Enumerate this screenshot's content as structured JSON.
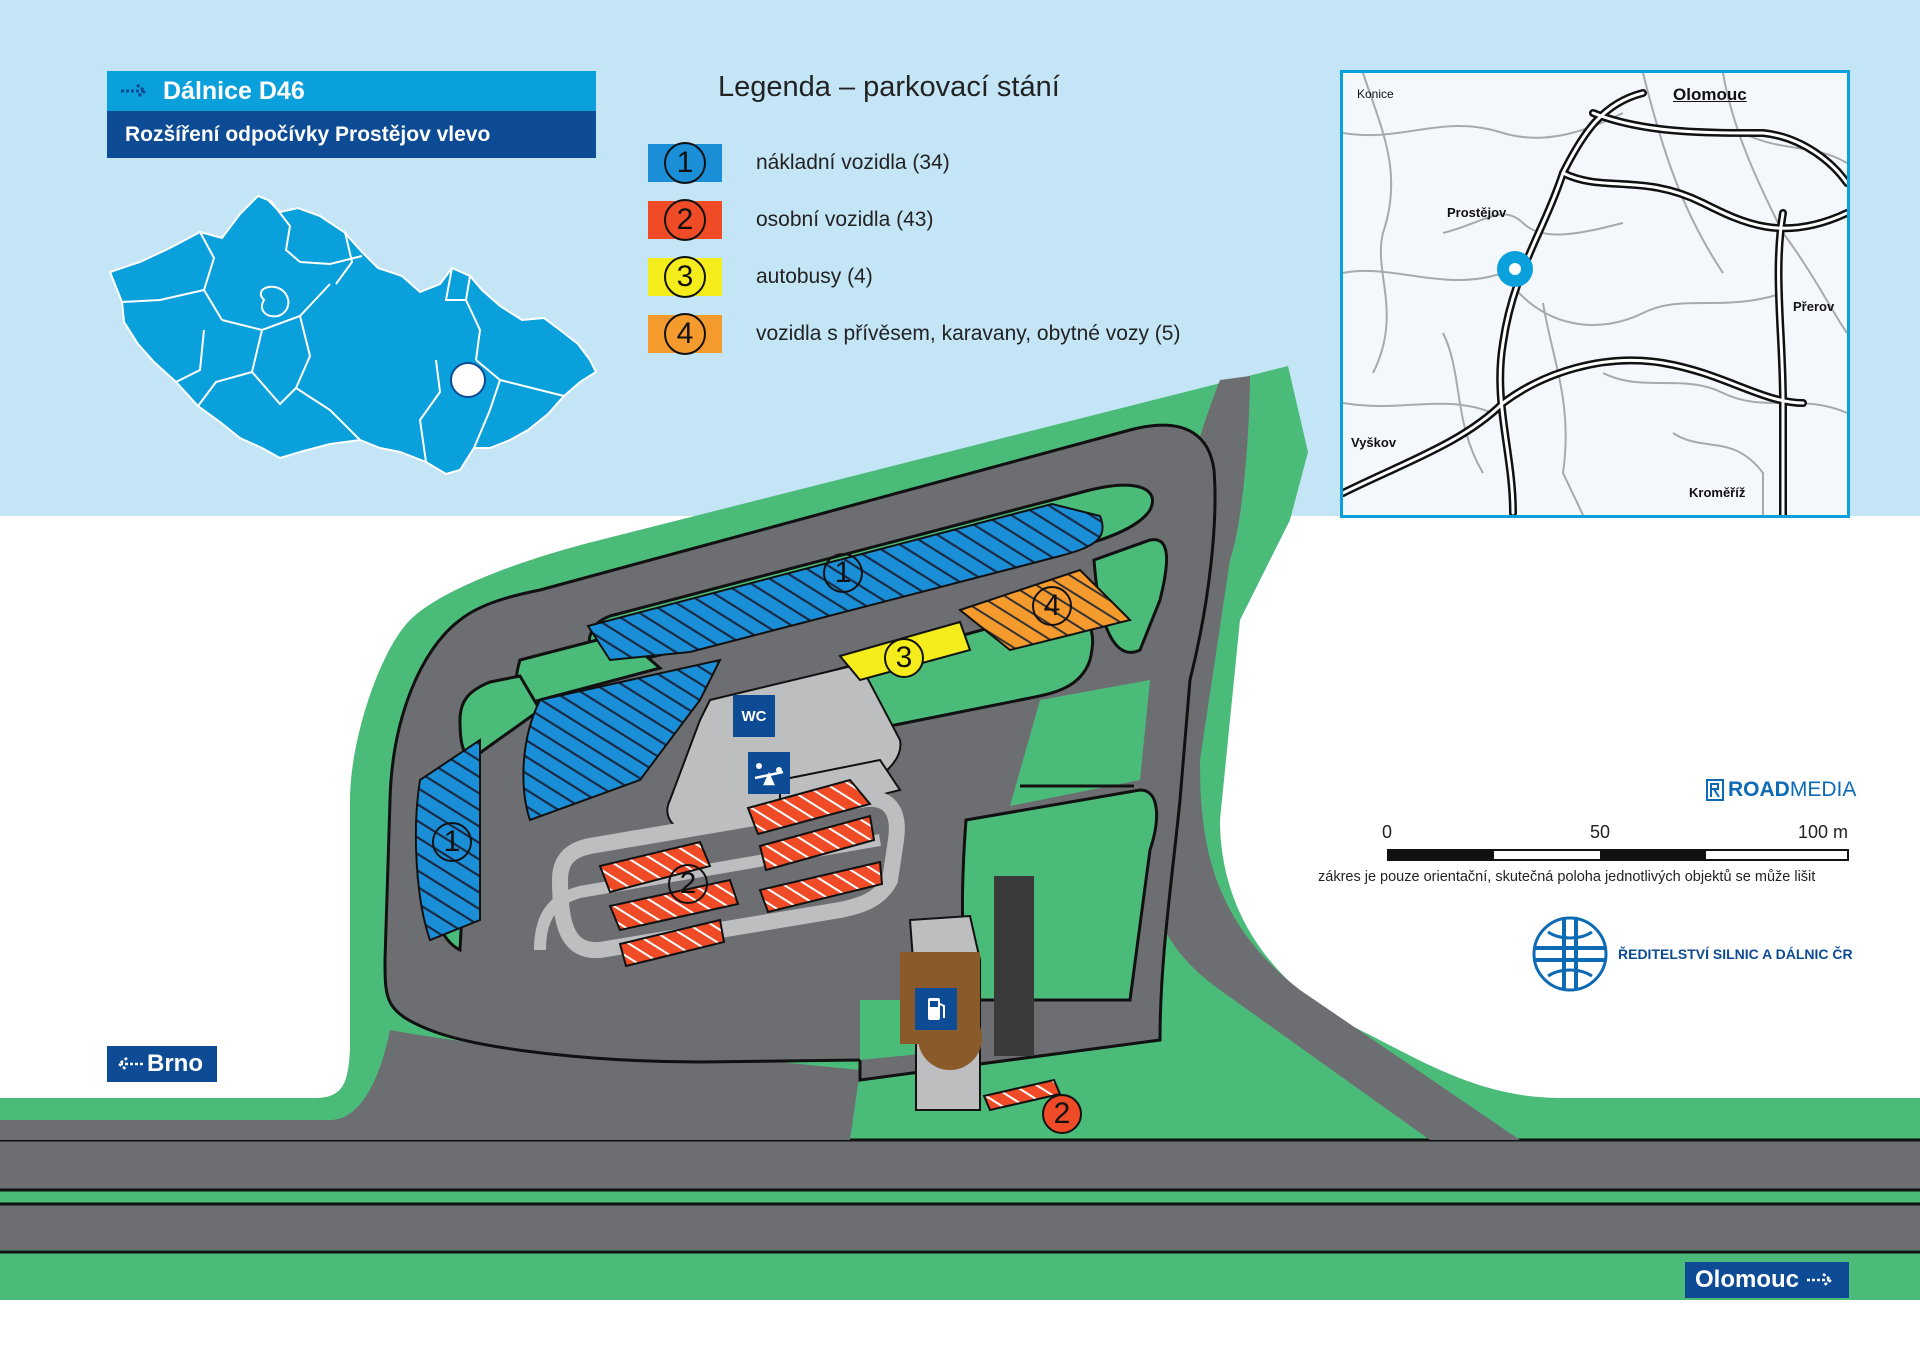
{
  "title": {
    "main": "Dálnice D46",
    "sub": "Rozšíření odpočívky Prostějov vlevo"
  },
  "legend": {
    "heading": "Legenda – parkovací stání",
    "items": [
      {
        "number": "1",
        "label": "nákladní vozidla (34)",
        "color": "#1a8fd8"
      },
      {
        "number": "2",
        "label": "osobní vozidla (43)",
        "color": "#ee4b26"
      },
      {
        "number": "3",
        "label": "autobusy (4)",
        "color": "#f5ed1b"
      },
      {
        "number": "4",
        "label": "vozidla s přívěsem, karavany, obytné vozy (5)",
        "color": "#f59a2c"
      }
    ]
  },
  "inset_map": {
    "towns": [
      "Konice",
      "Olomouc",
      "Prostějov",
      "Přerov",
      "Vyškov",
      "Kroměříž"
    ]
  },
  "lot_labels": {
    "truck": "1",
    "car": "2",
    "bus": "3",
    "trailer": "4"
  },
  "facilities": {
    "wc": "WC"
  },
  "directions": {
    "left": "Brno",
    "right": "Olomouc"
  },
  "scale": {
    "labels": [
      "0",
      "50",
      "100 m"
    ]
  },
  "disclaimer": "zákres je pouze orientační, skutečná poloha jednotlivých objektů se může lišit",
  "credits": {
    "roadmedia_a": "ROAD",
    "roadmedia_b": "MEDIA",
    "rsd": "ŘEDITELSTVÍ SILNIC A DÁLNIC ČR"
  },
  "colors": {
    "sky": "#c4e5f6",
    "grass": "#4bbb7a",
    "asphalt": "#6d6e71",
    "sidewalk": "#bcbec0",
    "brand_blue": "#0d4b94",
    "accent_blue": "#0aa0dc"
  }
}
